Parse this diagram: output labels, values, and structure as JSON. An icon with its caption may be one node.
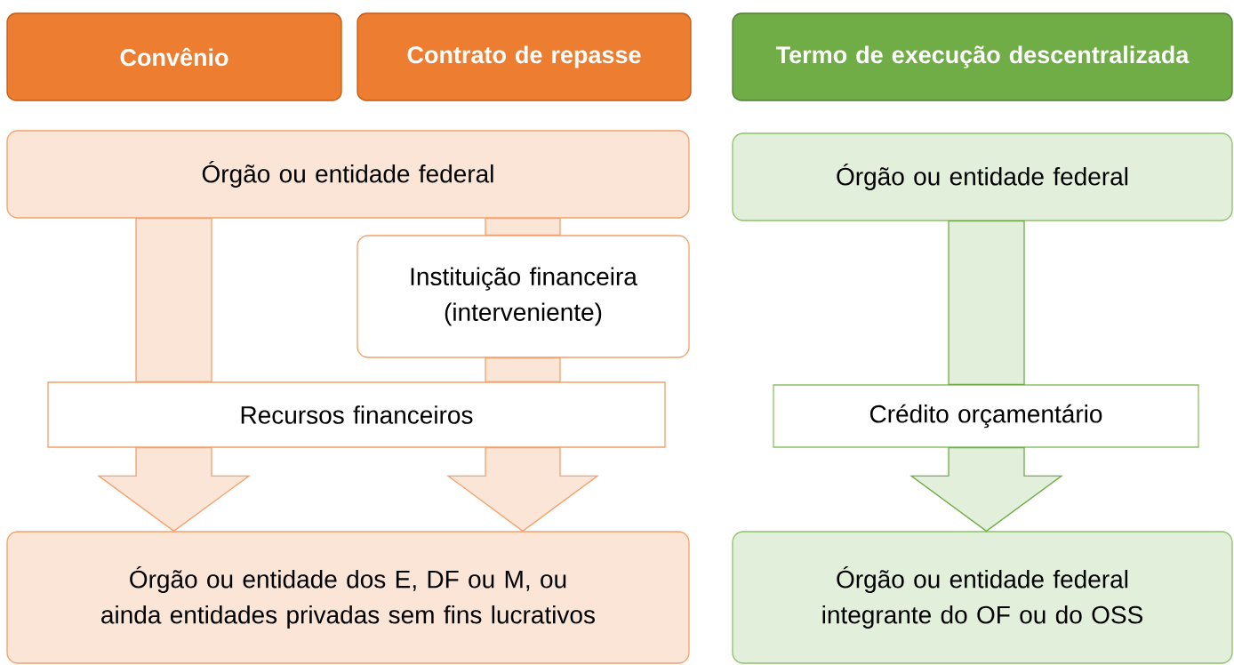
{
  "diagram": {
    "nodes": [
      {
        "text": [
          "Convênio"
        ]
      },
      {
        "text": [
          "Contrato de repasse"
        ]
      },
      {
        "text": [
          "Termo de execução descentralizada"
        ]
      },
      {
        "text": [
          "Órgão ou entidade federal"
        ]
      },
      {
        "text": [
          "Instituição financeira (interveniente)"
        ]
      },
      {
        "text": [
          "Recursos financeiros"
        ]
      },
      {
        "text": [
          "Órgão ou entidade dos E, DF ou M, ou ainda entidades privadas sem fins lucrativos"
        ]
      },
      {
        "text": [
          "Órgão ou entidade federal"
        ]
      },
      {
        "text": [
          "Crédito orçamentário"
        ]
      },
      {
        "text": [
          "Órgão ou entidade federal integrante do OF ou do OSS"
        ]
      }
    ],
    "edges": [
      {
        "from": 3,
        "to": 5,
        "arrow": "none"
      },
      {
        "from": 5,
        "to": 6,
        "arrow": "to"
      },
      {
        "from": 3,
        "to": 4,
        "arrow": "none"
      },
      {
        "from": 4,
        "to": 5,
        "arrow": "none"
      },
      {
        "from": 5,
        "to": 6,
        "arrow": "to"
      },
      {
        "from": 7,
        "to": 8,
        "arrow": "none",
        "color": "#70ad47"
      },
      {
        "from": 8,
        "to": 9,
        "arrow": "to",
        "color": "#70ad47"
      }
    ]
  }
}
